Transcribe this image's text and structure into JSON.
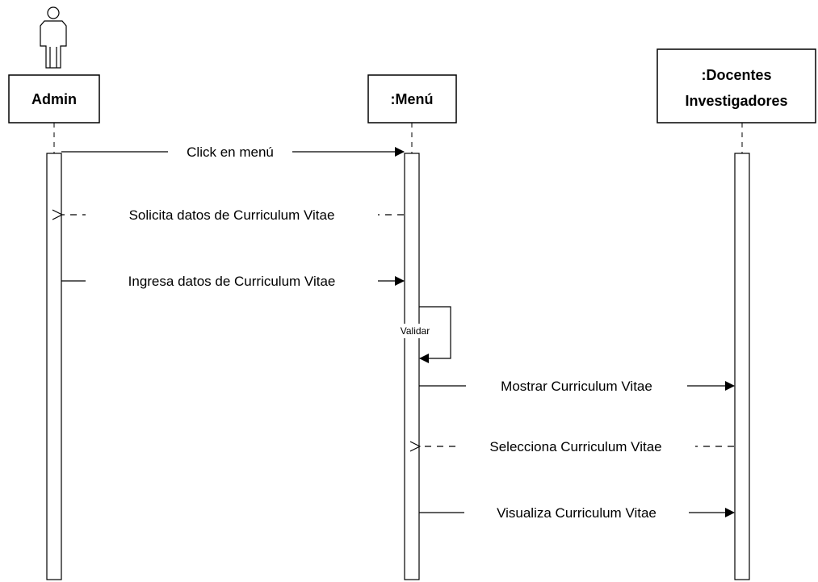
{
  "participants": {
    "admin": {
      "label": "Admin",
      "icon": "actor-icon"
    },
    "menu": {
      "label": ":Menú"
    },
    "docentes": {
      "line1": ":Docentes",
      "line2": "Investigadores"
    }
  },
  "messages": {
    "click_menu": "Click en menú",
    "solicita": "Solicita datos de Curriculum Vitae",
    "ingresa": "Ingresa datos de Curriculum Vitae",
    "validar": "Validar",
    "mostrar": "Mostrar Curriculum Vitae",
    "selecciona": "Selecciona Curriculum Vitae",
    "visualiza": "Visualiza Curriculum Vitae"
  }
}
